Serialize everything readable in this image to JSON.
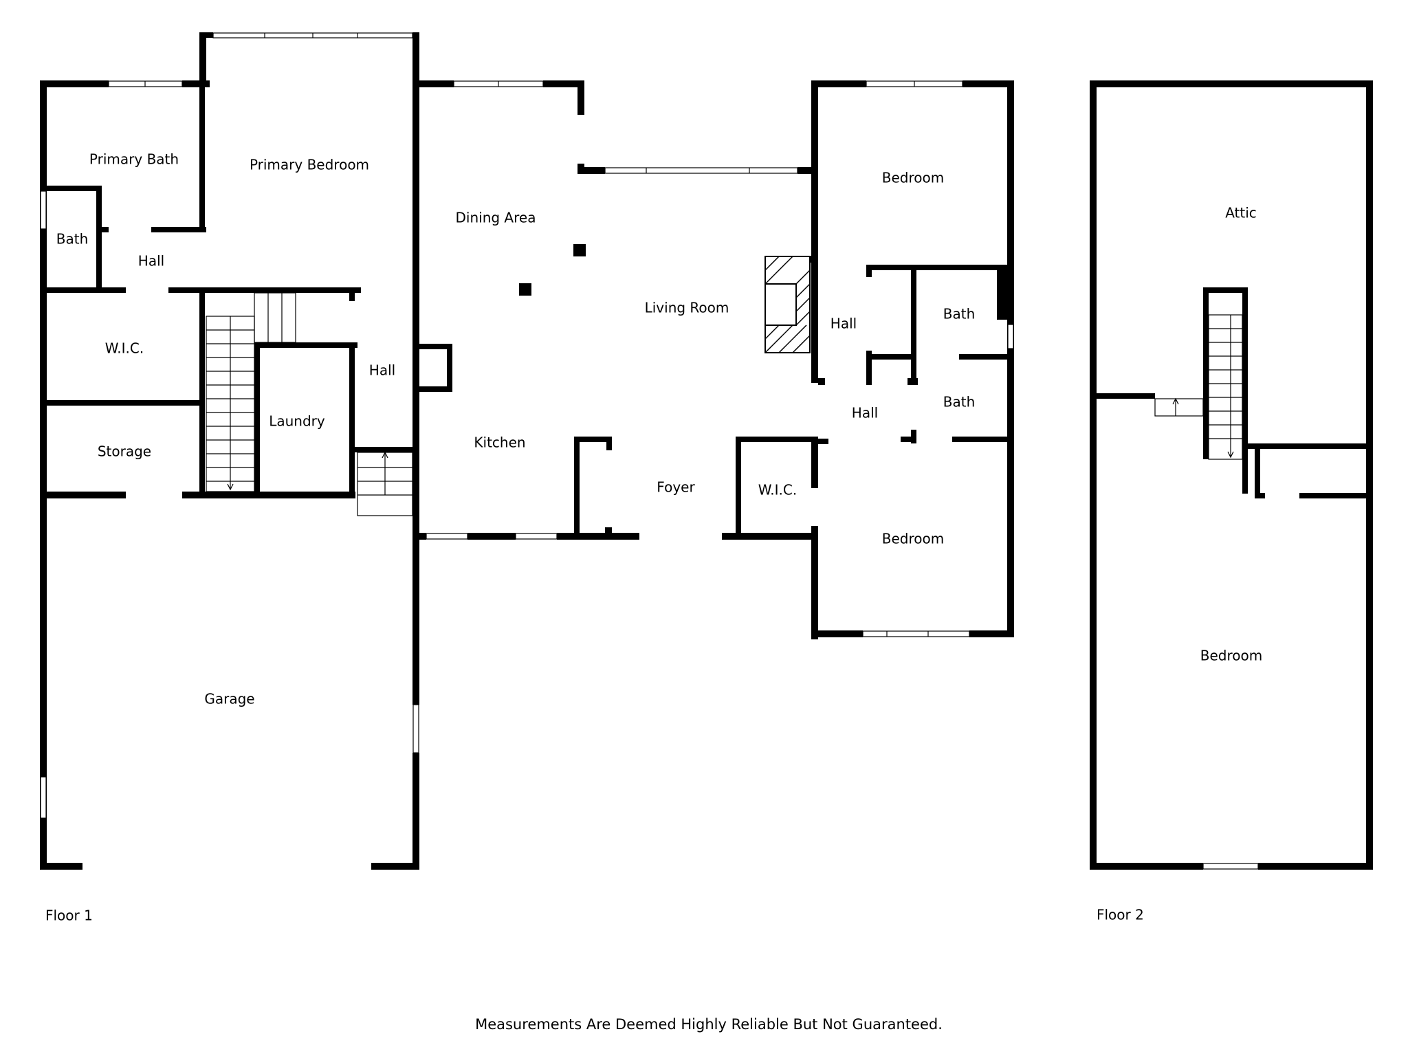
{
  "floors": [
    {
      "name": "Floor 1",
      "rooms": [
        {
          "id": "primary-bath",
          "label": "Primary Bath"
        },
        {
          "id": "primary-bedroom",
          "label": "Primary Bedroom"
        },
        {
          "id": "bath-1",
          "label": "Bath"
        },
        {
          "id": "hall-1",
          "label": "Hall"
        },
        {
          "id": "wic-1",
          "label": "W.I.C."
        },
        {
          "id": "storage",
          "label": "Storage"
        },
        {
          "id": "laundry",
          "label": "Laundry"
        },
        {
          "id": "hall-2",
          "label": "Hall"
        },
        {
          "id": "dining-area",
          "label": "Dining Area"
        },
        {
          "id": "living-room",
          "label": "Living Room"
        },
        {
          "id": "kitchen",
          "label": "Kitchen"
        },
        {
          "id": "foyer",
          "label": "Foyer"
        },
        {
          "id": "wic-2",
          "label": "W.I.C."
        },
        {
          "id": "bedroom-1",
          "label": "Bedroom"
        },
        {
          "id": "hall-3",
          "label": "Hall"
        },
        {
          "id": "bath-2",
          "label": "Bath"
        },
        {
          "id": "hall-4",
          "label": "Hall"
        },
        {
          "id": "bath-3",
          "label": "Bath"
        },
        {
          "id": "bedroom-2",
          "label": "Bedroom"
        },
        {
          "id": "garage",
          "label": "Garage"
        }
      ]
    },
    {
      "name": "Floor 2",
      "rooms": [
        {
          "id": "attic",
          "label": "Attic"
        },
        {
          "id": "bedroom-3",
          "label": "Bedroom"
        }
      ]
    }
  ],
  "disclaimer": "Measurements Are Deemed Highly Reliable But Not Guaranteed."
}
